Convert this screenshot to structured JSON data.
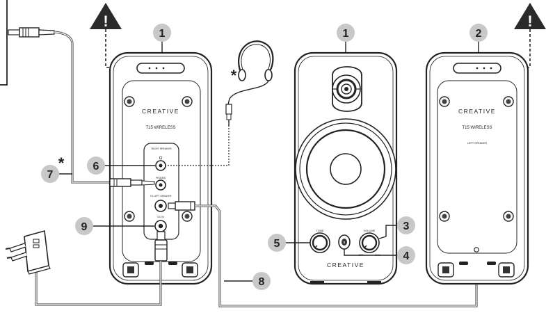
{
  "callouts": {
    "c1_left": "1",
    "c1_center": "1",
    "c2": "2",
    "c3": "3",
    "c4": "4",
    "c5": "5",
    "c6": "6",
    "c7": "7",
    "c8": "8",
    "c9": "9"
  },
  "asterisks": {
    "headphones": "*",
    "cable": "*"
  },
  "right_speaker": {
    "brand": "CREATIVE",
    "model": "T15 WIRELESS",
    "panel_title": "RIGHT SPEAKER",
    "headphone_label": "Ω",
    "jack2_label": "PHONES",
    "jack3_label": "TO LEFT SPEAKER",
    "jack4_label": "DC IN"
  },
  "left_speaker": {
    "brand": "CREATIVE",
    "model": "T15 WIRELESS",
    "panel_title": "LEFT SPEAKER"
  },
  "front_speaker": {
    "brand": "CREATIVE",
    "tone_label": "TONE",
    "volume_label": "VOLUME",
    "off_label": "OFF",
    "max_label": "MAX",
    "bluetooth_symbol": "ʙ"
  },
  "warning_symbol": "!",
  "colors": {
    "callout_fill": "#c8c8c8",
    "outline": "#222222",
    "cable": "#444444"
  }
}
